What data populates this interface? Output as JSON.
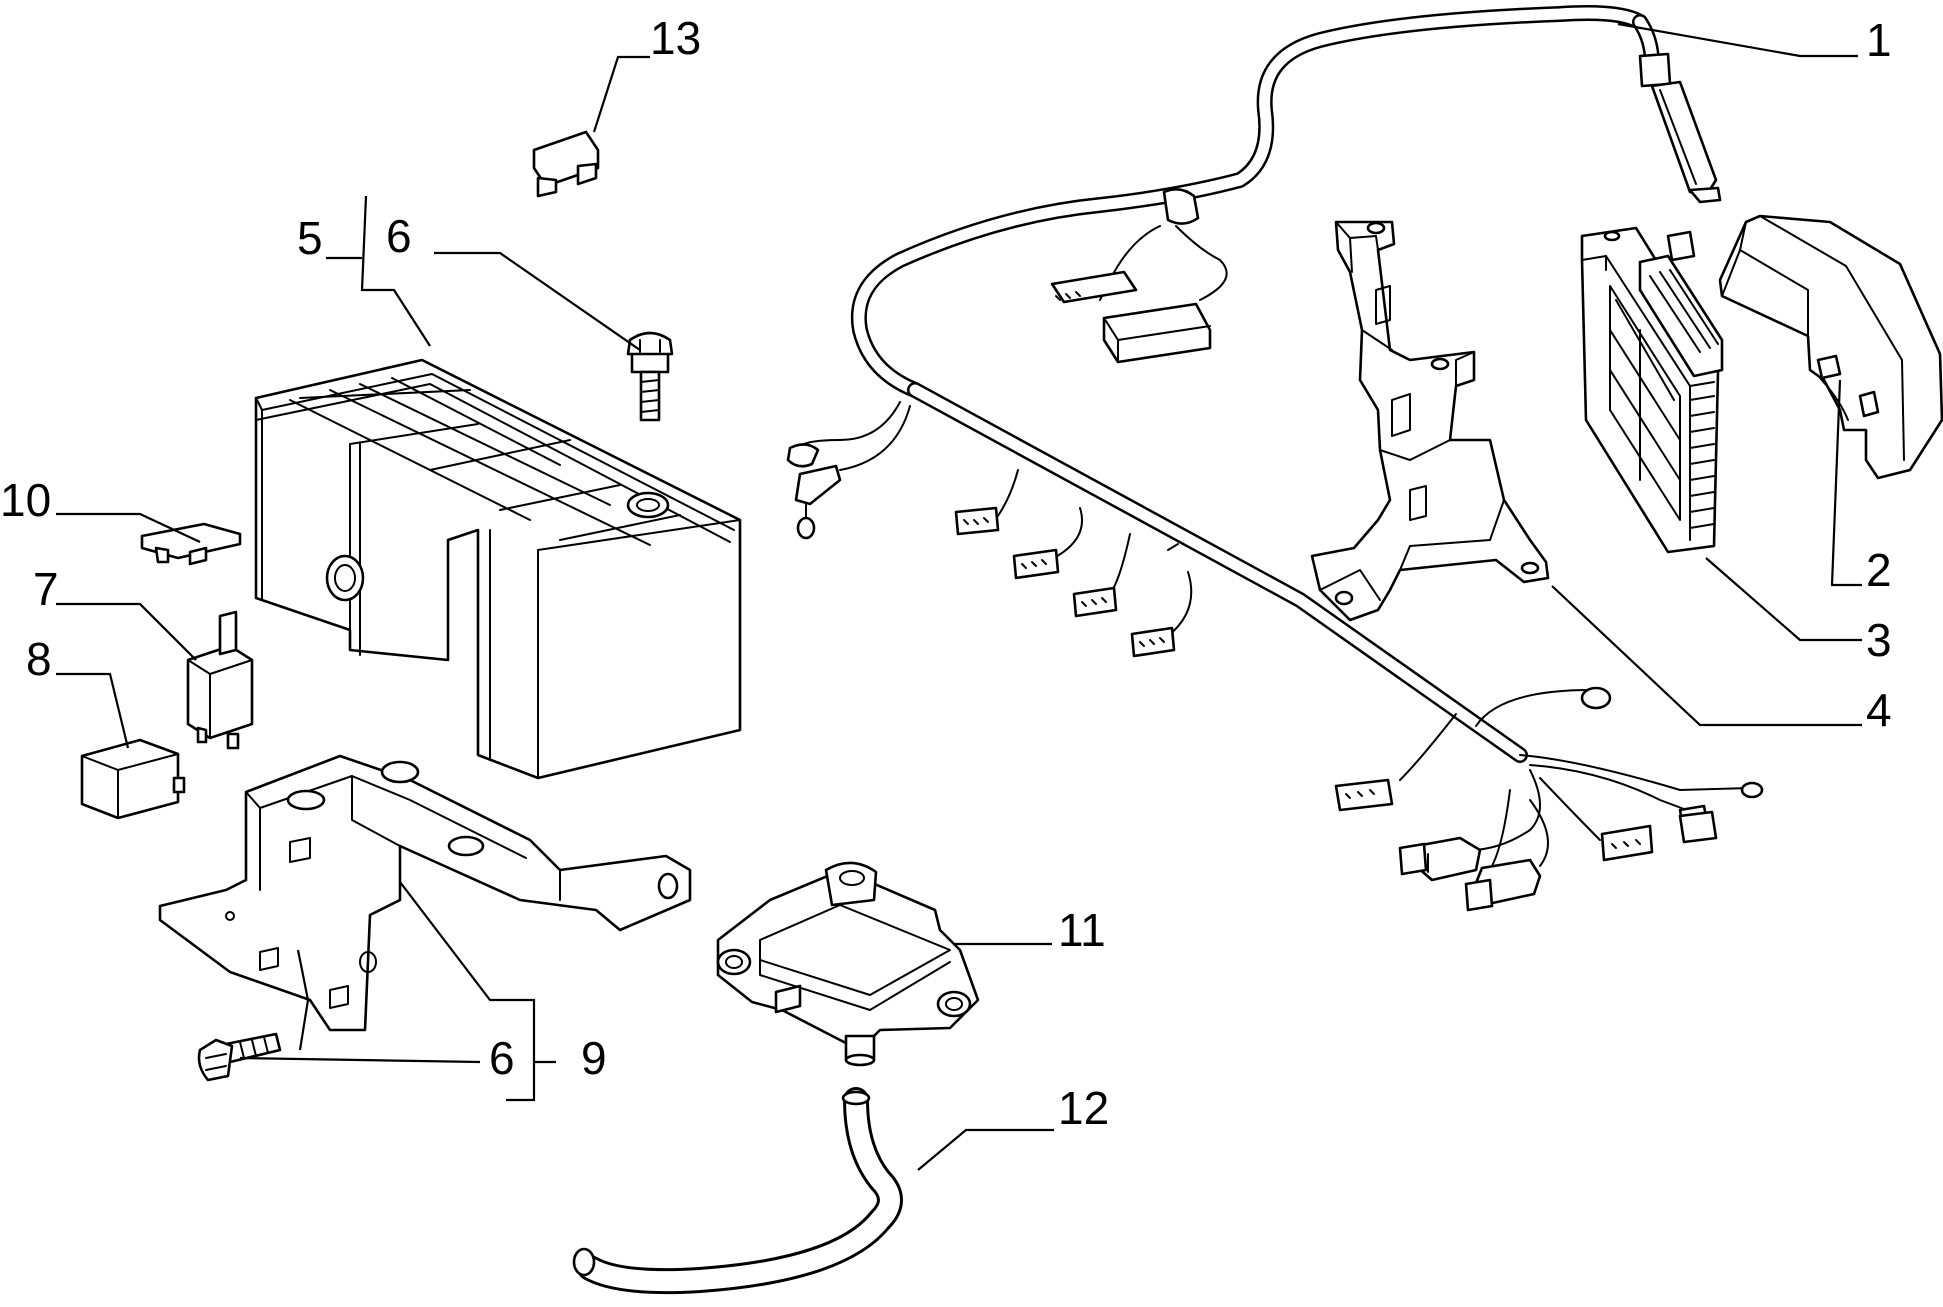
{
  "diagram": {
    "callouts": {
      "p1": "1",
      "p2": "2",
      "p3": "3",
      "p4": "4",
      "p5": "5",
      "p6_top": "6",
      "p6_bottom": "6",
      "p7": "7",
      "p8": "8",
      "p9": "9",
      "p10": "10",
      "p11": "11",
      "p12": "12",
      "p13": "13"
    }
  }
}
